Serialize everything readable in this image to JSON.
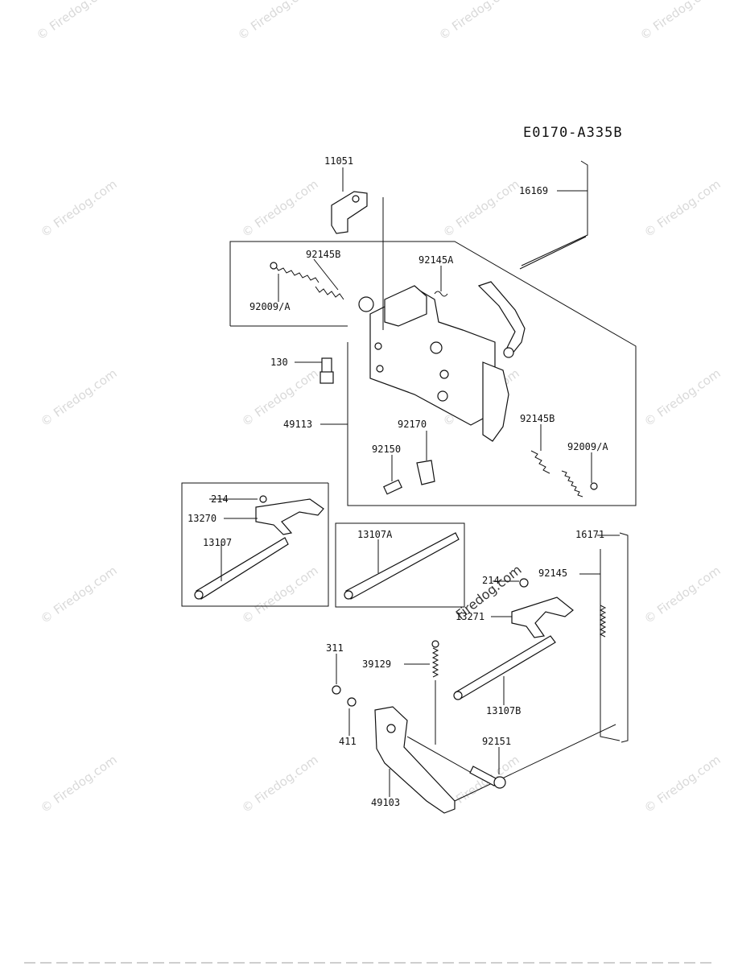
{
  "diagram": {
    "code": "E0170-A335B",
    "watermark_text": "© Firedog.com",
    "watermark_overlay_text": "Firedog.com",
    "labels": {
      "p11051": "11051",
      "p16169": "16169",
      "p92145B_top": "92145B",
      "p92145A": "92145A",
      "p92009A_top": "92009/A",
      "p130": "130",
      "p49113": "49113",
      "p92170": "92170",
      "p92145B_bot": "92145B",
      "p92150": "92150",
      "p92009A_bot": "92009/A",
      "p214_left": "214",
      "p13270": "13270",
      "p13107": "13107",
      "p13107A": "13107A",
      "p16171": "16171",
      "p214_right": "214",
      "p92145": "92145",
      "p13271": "13271",
      "p311": "311",
      "p39129": "39129",
      "p13107B": "13107B",
      "p411": "411",
      "p92151": "92151",
      "p49103": "49103"
    }
  }
}
